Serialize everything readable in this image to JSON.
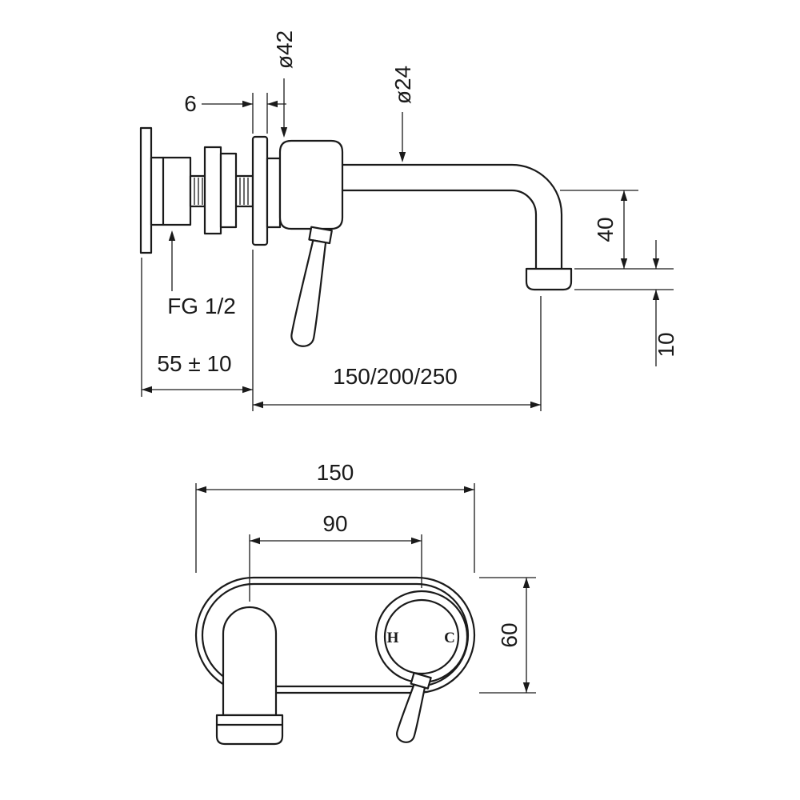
{
  "colors": {
    "line": "#1a1a1a",
    "background": "#ffffff"
  },
  "side_view": {
    "dimensions": {
      "flange_thickness": "6",
      "flange_diameter": "ø42",
      "spout_diameter": "ø24",
      "spout_drop": "40",
      "outlet_drop": "10",
      "inlet_thread": "FG 1/2",
      "wall_depth": "55 ± 10",
      "spout_reach": "150/200/250"
    }
  },
  "front_view": {
    "dimensions": {
      "backplate_width": "150",
      "spout_to_handle_centres": "90",
      "backplate_height": "60"
    },
    "handle": {
      "hot_marking": "H",
      "cold_marking": "C"
    }
  }
}
